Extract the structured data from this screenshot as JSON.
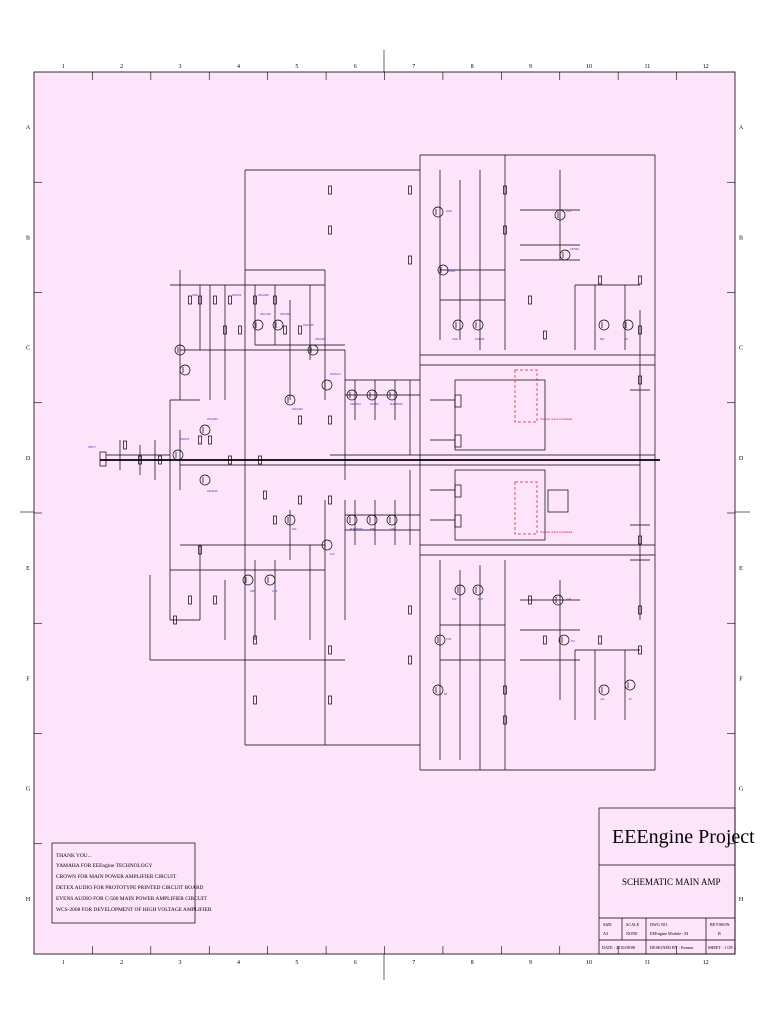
{
  "frame": {
    "columns": [
      "1",
      "2",
      "3",
      "4",
      "5",
      "6",
      "7",
      "8",
      "9",
      "10",
      "11",
      "12"
    ],
    "rows": [
      "A",
      "B",
      "C",
      "D",
      "E",
      "F",
      "G",
      "H"
    ]
  },
  "colors": {
    "sheet_fill": "#fde4fb",
    "wire": "#000000",
    "component_label": "#3333aa",
    "highlight": "#cc2222"
  },
  "thanks": {
    "lines": [
      "THANK YOU...",
      "YAMAHA FOR EEEngine TECHNOLOGY",
      "CROWN FOR MAIN POWER AMPLIFIER CIRCUIT",
      "DETEX AUDIO FOR PROTOTYPE PRINTED CIRCUIT BOARD",
      "EVENS AUDIO FOR C-500 MAIN POWER AMPLIFIER CIRCUIT",
      "WCS-2008 FOR DEVELOPMENT OF HIGH VOLTAGE AMPLIFIER"
    ]
  },
  "title_block": {
    "project": "EEEngine Project",
    "title": "SCHEMATIC MAIN AMP",
    "size_label": "SIZE",
    "size_value": "A3",
    "scale_label": "SCALE",
    "scale_value": "NONE",
    "dwg_label": "DWG NO.",
    "dwg_value": "EEEngine Module : M",
    "revision_label": "REVISION",
    "revision_value": "B",
    "date": "DATE : 2010/08/08",
    "designed_by": "DESIGNED BY : Kennai",
    "sheet": "SHEET : 1 OF 4"
  },
  "schematic": {
    "input_label": "INPUT",
    "component_labels": [
      "2SA970",
      "2SC2240",
      "2SA1145",
      "2SC2705",
      "2SC3423",
      "2SA1360",
      "2SA1930",
      "2SC5171",
      "2SK2013",
      "2SJ313",
      "MJE15034",
      "MJE15035",
      "47K",
      "10K",
      "100",
      "220",
      "330",
      "4.7K",
      "22uF",
      "100uF",
      "47pF",
      "1N4148",
      "0.22",
      "VR 500",
      "5K1",
      "1K",
      "3.3K",
      "68",
      "15V",
      "OUT",
      "+VH",
      "-VH",
      "+VL",
      "-VL",
      "GND"
    ],
    "highlight_notes": [
      "Thermal: mount on heatsink",
      "Thermal: mount on heatsink"
    ]
  }
}
